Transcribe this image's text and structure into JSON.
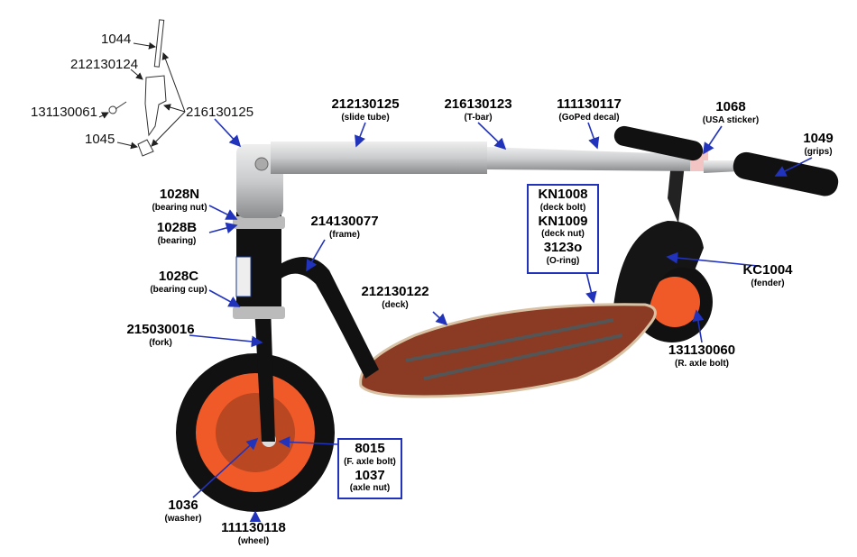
{
  "exploded_parts": [
    {
      "id": "1044"
    },
    {
      "id": "212130124"
    },
    {
      "id": "131130061"
    },
    {
      "id": "216130125"
    },
    {
      "id": "1045"
    }
  ],
  "callouts": {
    "slide_tube": {
      "id": "212130125",
      "desc": "(slide tube)"
    },
    "t_bar": {
      "id": "216130123",
      "desc": "(T-bar)"
    },
    "decal": {
      "id": "111130117",
      "desc": "(GoPed decal)"
    },
    "usa_sticker": {
      "id": "1068",
      "desc": "(USA sticker)"
    },
    "grips": {
      "id": "1049",
      "desc": "(grips)"
    },
    "bearing_nut": {
      "id": "1028N",
      "desc": "(bearing nut)"
    },
    "bearing": {
      "id": "1028B",
      "desc": "(bearing)"
    },
    "frame": {
      "id": "214130077",
      "desc": "(frame)"
    },
    "bearing_cup": {
      "id": "1028C",
      "desc": "(bearing cup)"
    },
    "deck": {
      "id": "212130122",
      "desc": "(deck)"
    },
    "fork": {
      "id": "215030016",
      "desc": "(fork)"
    },
    "fender": {
      "id": "KC1004",
      "desc": "(fender)"
    },
    "r_axle_bolt": {
      "id": "131130060",
      "desc": "(R. axle bolt)"
    },
    "washer": {
      "id": "1036",
      "desc": "(washer)"
    },
    "wheel": {
      "id": "111130118",
      "desc": "(wheel)"
    }
  },
  "deck_box": [
    {
      "id": "KN1008",
      "desc": "(deck bolt)"
    },
    {
      "id": "KN1009",
      "desc": "(deck nut)"
    },
    {
      "id": "3123o",
      "desc": "(O-ring)"
    }
  ],
  "axle_box": [
    {
      "id": "8015",
      "desc": "(F. axle bolt)"
    },
    {
      "id": "1037",
      "desc": "(axle nut)"
    }
  ],
  "colors": {
    "callout_blue": "#2233bb",
    "wheel_orange": "#f05a28",
    "deck_brown": "#8b3a24",
    "frame_black": "#111111",
    "tube_silver": "#c8cacc"
  }
}
